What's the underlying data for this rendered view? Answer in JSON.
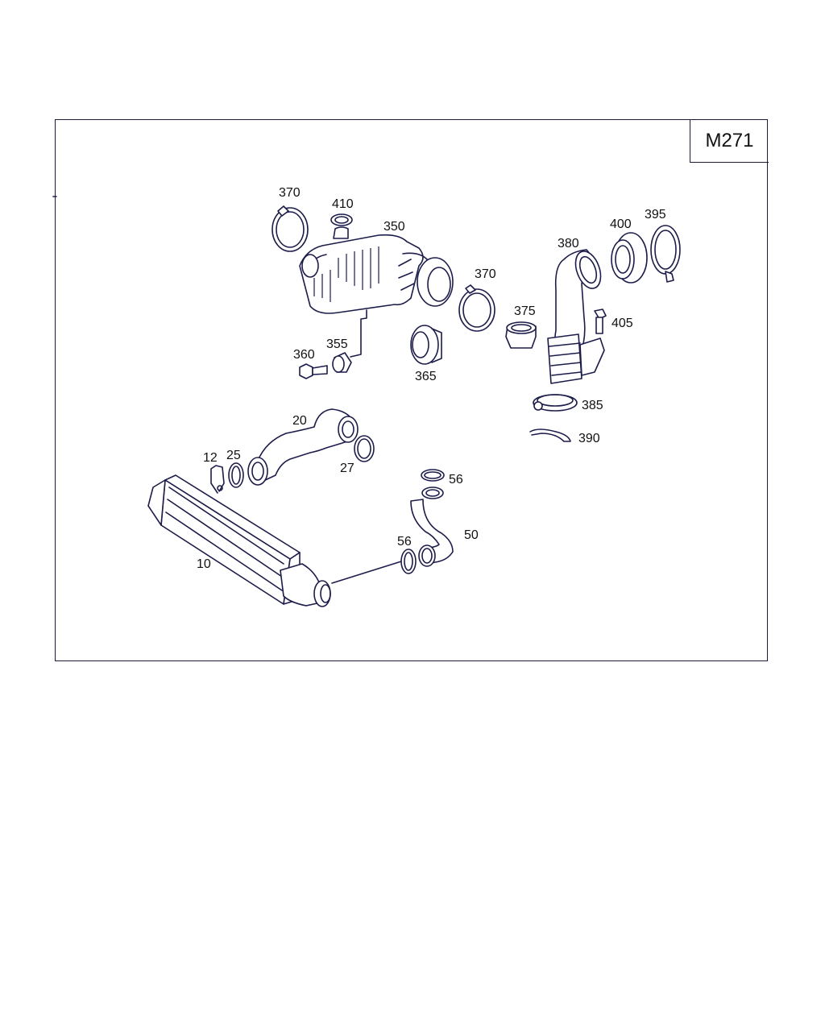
{
  "diagram": {
    "code": "M271",
    "part_numbers": {
      "p370a": "370",
      "p410": "410",
      "p350": "350",
      "p370b": "370",
      "p360": "360",
      "p355": "355",
      "p365": "365",
      "p380": "380",
      "p400": "400",
      "p395": "395",
      "p375": "375",
      "p405": "405",
      "p385": "385",
      "p390": "390",
      "p20": "20",
      "p12": "12",
      "p25": "25",
      "p27": "27",
      "p56a": "56",
      "p50": "50",
      "p56b": "56",
      "p10": "10"
    }
  }
}
